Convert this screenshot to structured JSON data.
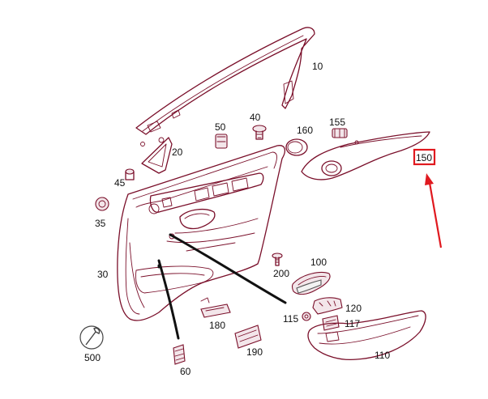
{
  "diagram": {
    "part_labels": {
      "p10": "10",
      "p20": "20",
      "p30": "30",
      "p35": "35",
      "p40": "40",
      "p45": "45",
      "p50": "50",
      "p60": "60",
      "p100": "100",
      "p110": "110",
      "p115": "115",
      "p117": "117",
      "p120": "120",
      "p150": "150",
      "p155": "155",
      "p160": "160",
      "p180": "180",
      "p190": "190",
      "p200": "200",
      "p500": "500"
    },
    "highlighted_part": "150",
    "colors": {
      "part_outline": "#7a0f2a",
      "highlight": "#e0191f",
      "leader": "#111111"
    }
  }
}
